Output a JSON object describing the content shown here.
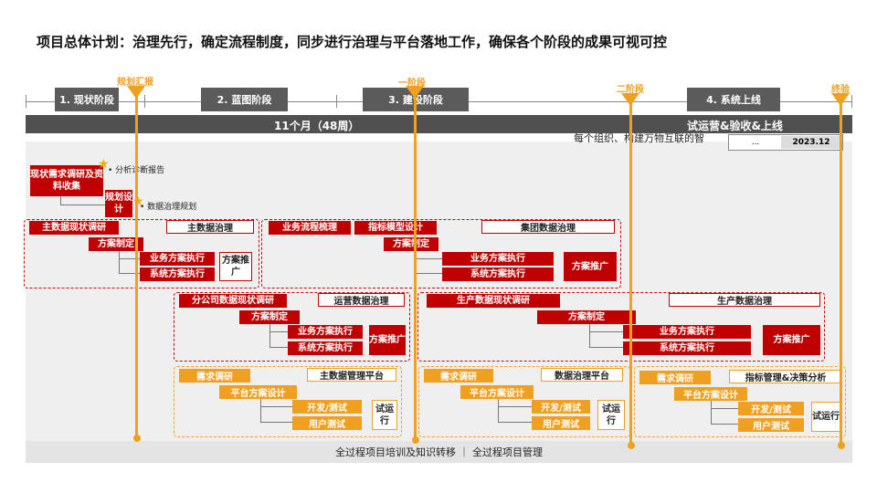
{
  "title": "项目总体计划：治理先行，确定流程制度，同步进行治理与平台落地工作，确保各个阶段的成果可视可控",
  "phases": [
    "1. 现状阶段",
    "2. 蓝图阶段",
    "3. 建设阶段",
    "4. 系统上线"
  ],
  "milestones": [
    "规划汇报",
    "一阶段",
    "二阶段",
    "终验"
  ],
  "duration": {
    "main": "11个月（48周）",
    "trial": "试运营&验收&上线"
  },
  "overlay": {
    "text": "每个组织、构建万物互联的智",
    "cell1": "...",
    "cell2": "2023.12"
  },
  "notes": {
    "analysis": "分析诊断报告",
    "governance_plan": "数据治理规划"
  },
  "boxes": {
    "survey": "现状需求调研及资料收集",
    "plan_design": "规划设计",
    "master_survey": "主数据现状调研",
    "master_gov": "主数据治理",
    "scheme": "方案制定",
    "biz_exec": "业务方案执行",
    "sys_exec": "系统方案执行",
    "promote": "方案推广",
    "flow_sort": "业务流程梳理",
    "indicator_design": "指标模型设计",
    "group_gov": "集团数据治理",
    "branch_survey": "分公司数据现状调研",
    "ops_gov": "运营数据治理",
    "prod_survey": "生产数据现状调研",
    "prod_gov": "生产数据治理",
    "req_survey": "需求调研",
    "platform_design": "平台方案设计",
    "dev_test": "开发/测试",
    "user_test": "用户测试",
    "trial_run": "试运行",
    "mdm_platform": "主数据管理平台",
    "gov_platform": "数据治理平台",
    "indicator_platform": "指标管理&决策分析"
  },
  "bottom": "全过程项目培训及知识转移 ｜ 全过程项目管理"
}
